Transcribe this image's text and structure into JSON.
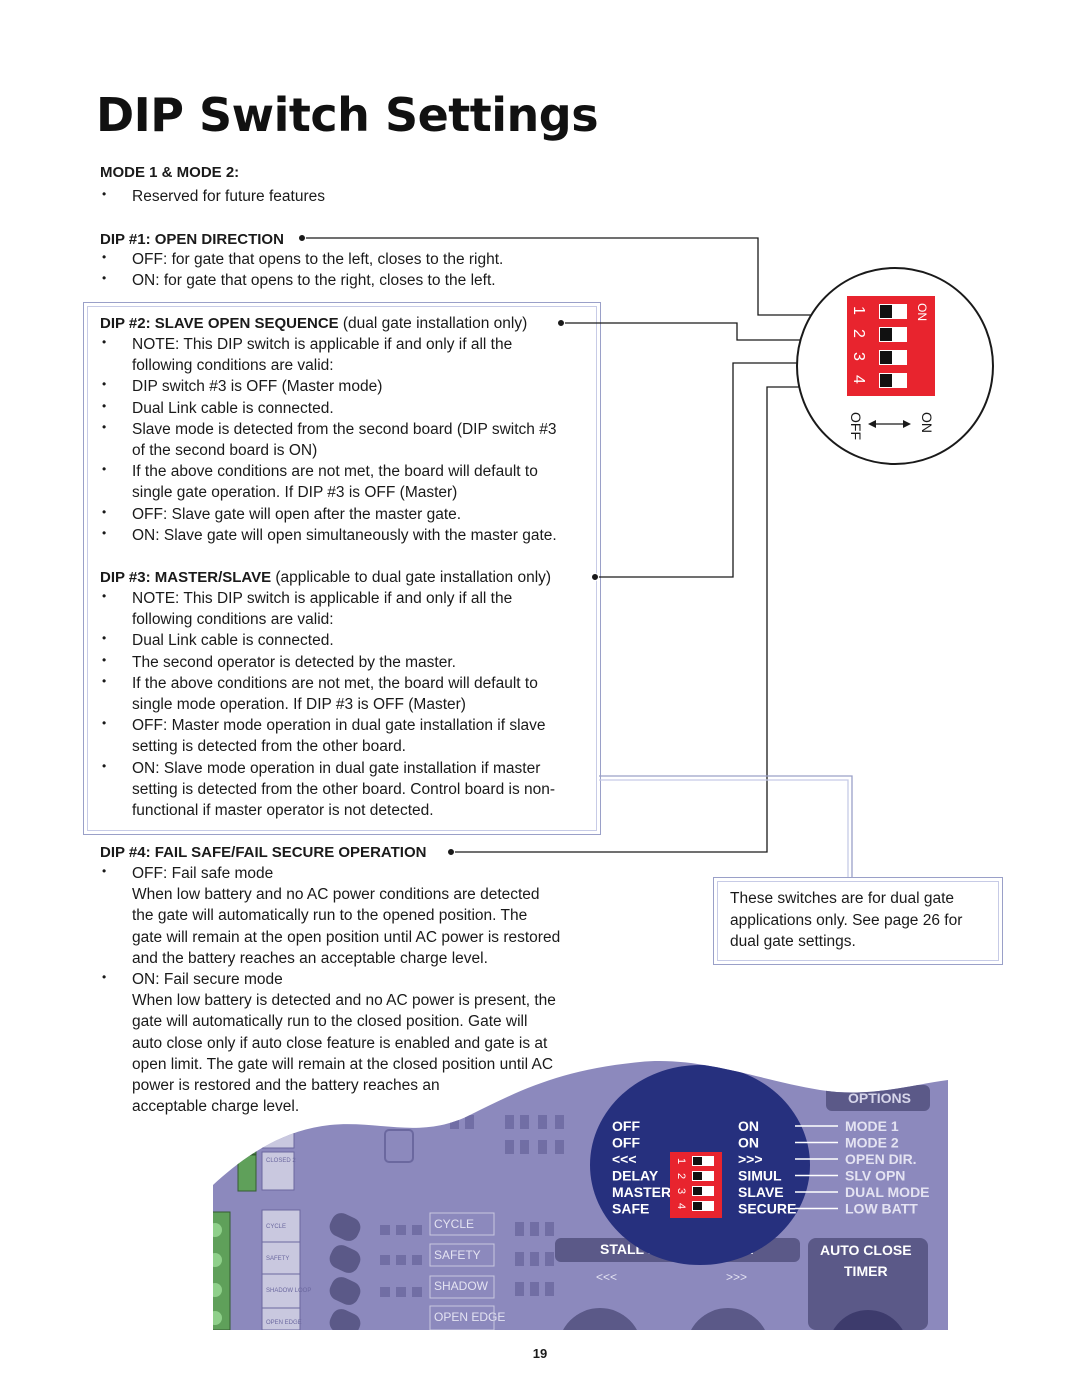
{
  "title": "DIP Switch Settings",
  "mode": {
    "header": "MODE 1 & MODE 2:",
    "bullets": [
      "Reserved for future features"
    ]
  },
  "dip1": {
    "header": "DIP #1: OPEN DIRECTION",
    "bullets": [
      "OFF: for gate that opens to the left, closes to the right.",
      "ON: for gate that opens to the right, closes to the left."
    ]
  },
  "dip2": {
    "header_bold": "DIP #2: SLAVE OPEN SEQUENCE",
    "header_normal": "(dual gate installation only)",
    "lines": [
      {
        "b": true,
        "t": "NOTE: This DIP switch is applicable if and only if all the"
      },
      {
        "b": false,
        "t": "following conditions are valid:"
      },
      {
        "b": true,
        "t": "DIP switch #3 is OFF (Master mode)"
      },
      {
        "b": true,
        "t": "Dual Link cable is connected."
      },
      {
        "b": true,
        "t": "Slave mode is detected from the second board (DIP switch #3"
      },
      {
        "b": false,
        "t": "of the second board is ON)"
      },
      {
        "b": true,
        "t": "If the above conditions are not met, the board will default to"
      },
      {
        "b": false,
        "t": "single gate operation. If DIP #3 is OFF (Master)"
      },
      {
        "b": true,
        "t": "OFF: Slave gate will open after the master gate."
      },
      {
        "b": true,
        "t": "ON: Slave gate will open simultaneously with the master gate."
      }
    ]
  },
  "dip3": {
    "header_bold": "DIP #3: MASTER/SLAVE",
    "header_normal": "(applicable to dual gate installation only)",
    "lines": [
      {
        "b": true,
        "t": "NOTE: This DIP switch is applicable if and only if all the"
      },
      {
        "b": false,
        "t": "following conditions are valid:"
      },
      {
        "b": true,
        "t": "Dual Link cable is connected."
      },
      {
        "b": true,
        "t": "The second operator is detected by the master."
      },
      {
        "b": true,
        "t": "If the above conditions are not met, the board will default to"
      },
      {
        "b": false,
        "t": "single mode operation. If DIP #3 is OFF (Master)"
      },
      {
        "b": true,
        "t": "OFF: Master mode operation in dual gate installation if slave"
      },
      {
        "b": false,
        "t": "setting is detected from the other board."
      },
      {
        "b": true,
        "t": "ON: Slave mode operation in dual gate installation if master"
      },
      {
        "b": false,
        "t": "setting is detected from the other board. Control board is non-"
      },
      {
        "b": false,
        "t": "functional if master operator is not detected."
      }
    ]
  },
  "dip4": {
    "header": "DIP #4: FAIL SAFE/FAIL SECURE OPERATION",
    "lines": [
      {
        "b": true,
        "t": "OFF: Fail safe mode"
      },
      {
        "b": false,
        "t": "When low battery and no AC power conditions are detected"
      },
      {
        "b": false,
        "t": "the gate will automatically run to the opened position. The"
      },
      {
        "b": false,
        "t": "gate will remain at the open position until AC power is restored"
      },
      {
        "b": false,
        "t": "and the battery reaches an acceptable charge level."
      },
      {
        "b": true,
        "t": "ON: Fail secure mode"
      },
      {
        "b": false,
        "t": "When low battery is detected and no AC power is present, the"
      },
      {
        "b": false,
        "t": "gate will automatically run to the closed position. Gate will"
      },
      {
        "b": false,
        "t": "auto close only if auto close feature is enabled and gate is at"
      },
      {
        "b": false,
        "t": "open limit. The gate will remain at the closed position until AC"
      },
      {
        "b": false,
        "t": "power is restored and the battery reaches an"
      },
      {
        "b": false,
        "t": "acceptable charge level."
      }
    ]
  },
  "note": "These switches are for dual gate applications only. See page 26 for dual gate settings.",
  "dip_graphic": {
    "numbers": [
      "1",
      "2",
      "3",
      "4"
    ],
    "on_label": "ON",
    "off_label": "OFF",
    "body_color": "#e8242e"
  },
  "board": {
    "options_label": "OPTIONS",
    "rows": [
      {
        "left": "OFF",
        "right": "ON",
        "label": "MODE 1"
      },
      {
        "left": "OFF",
        "right": "ON",
        "label": "MODE 2"
      },
      {
        "left": "<<<",
        "right": ">>>",
        "label": "OPEN DIR."
      },
      {
        "left": "DELAY",
        "right": "SIMUL",
        "label": "SLV OPN"
      },
      {
        "left": "MASTER",
        "right": "SLAVE",
        "label": "DUAL MODE"
      },
      {
        "left": "SAFE",
        "right": "SECURE",
        "label": "LOW BATT"
      }
    ],
    "stall_label": "STALL  FORCE  ADJUST",
    "stall_left": "<<<",
    "stall_right": ">>>",
    "auto_close": "AUTO   CLOSE",
    "timer": "TIMER",
    "inputs": [
      "CYCLE",
      "SAFETY",
      "SHADOW",
      "OPEN EDGE"
    ],
    "terminals": [
      "CLOSED 1",
      "CLOSED 2",
      "CYCLE",
      "SAFETY",
      "SHADOW LOOP",
      "OPEN EDGE"
    ],
    "panel_color": "#8c89bd",
    "dark_color": "#26307e"
  },
  "page_number": "19"
}
